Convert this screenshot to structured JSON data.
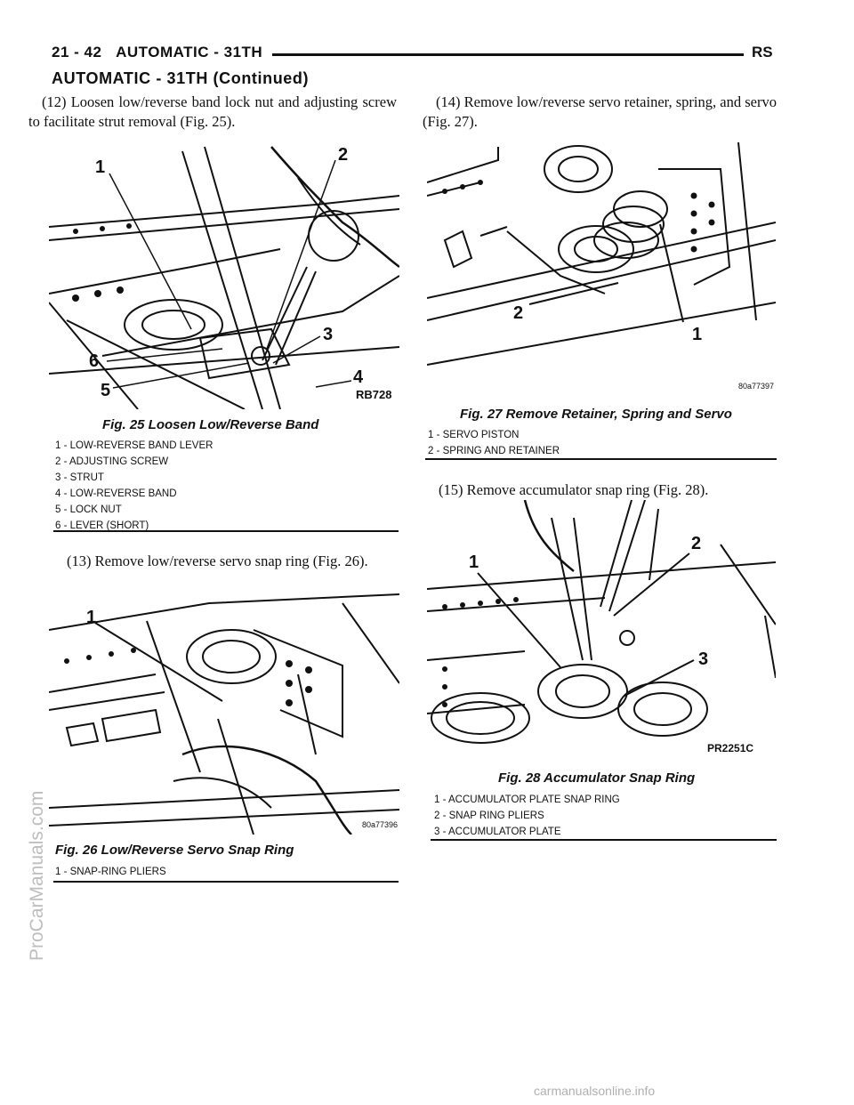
{
  "header": {
    "page_ref": "21 - 42",
    "section": "AUTOMATIC - 31TH",
    "code": "RS"
  },
  "continued_title": "AUTOMATIC - 31TH (Continued)",
  "left_column": {
    "step12": "(12) Loosen low/reverse band lock nut and adjusting screw to facilitate strut removal (Fig. 25).",
    "fig25": {
      "image_code": "RB728",
      "callouts": [
        "1",
        "2",
        "3",
        "4",
        "5",
        "6"
      ],
      "caption": "Fig. 25 Loosen Low/Reverse Band",
      "legend": [
        "1 - LOW-REVERSE BAND LEVER",
        "2 - ADJUSTING SCREW",
        "3 - STRUT",
        "4 - LOW-REVERSE BAND",
        "5 - LOCK NUT",
        "6 - LEVER (SHORT)"
      ]
    },
    "step13": "(13) Remove low/reverse servo snap ring (Fig. 26).",
    "fig26": {
      "image_code": "80a77396",
      "callouts": [
        "1"
      ],
      "caption": "Fig. 26 Low/Reverse Servo Snap Ring",
      "legend": [
        "1 - SNAP-RING PLIERS"
      ]
    }
  },
  "right_column": {
    "step14": "(14) Remove low/reverse servo retainer, spring, and servo (Fig. 27).",
    "fig27": {
      "image_code": "80a77397",
      "callouts": [
        "1",
        "2"
      ],
      "caption": "Fig. 27 Remove Retainer, Spring and Servo",
      "legend": [
        "1 - SERVO PISTON",
        "2 - SPRING AND RETAINER"
      ]
    },
    "step15": "(15) Remove accumulator snap ring (Fig. 28).",
    "fig28": {
      "image_code": "PR2251C",
      "callouts": [
        "1",
        "2",
        "3"
      ],
      "caption": "Fig. 28 Accumulator Snap Ring",
      "legend": [
        "1 - ACCUMULATOR PLATE SNAP RING",
        "2 - SNAP RING PLIERS",
        "3 - ACCUMULATOR PLATE"
      ]
    }
  },
  "watermark_side": "ProCarManuals.com",
  "watermark_bottom": "carmanualsonline.info"
}
